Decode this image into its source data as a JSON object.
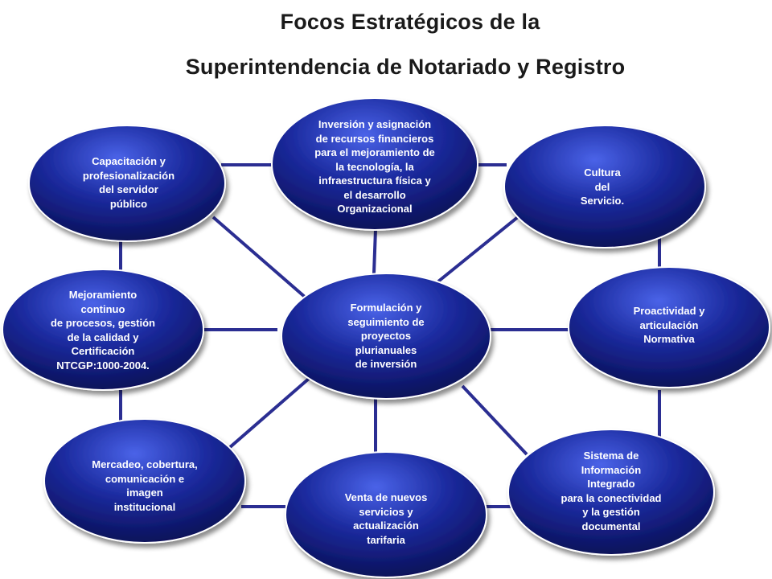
{
  "title": {
    "line1": "Focos Estratégicos de la",
    "line2": "Superintendencia de Notariado y Registro"
  },
  "nodes": {
    "center": "Formulación y\nseguimiento de\nproyectos\nplurianuales\nde inversión",
    "top_left": "Capacitación y\nprofesionalización\ndel servidor\npúblico",
    "top_center": "Inversión y asignación\nde recursos financieros\npara el mejoramiento de\nla tecnología, la\ninfraestructura física y\nel desarrollo\nOrganizacional",
    "top_right": "Cultura\ndel\nServicio.",
    "mid_left": "Mejoramiento\ncontinuo\nde procesos, gestión\nde la calidad y\nCertificación\nNTCGP:1000-2004.",
    "mid_right": "Proactividad y\narticulación\nNormativa",
    "bottom_left": "Mercadeo, cobertura,\ncomunicación e\nimagen\ninstitucional",
    "bottom_center": "Venta de nuevos\nservicios y\nactualización\ntarifaria",
    "bottom_right": "Sistema de\nInformación\nIntegrado\npara la conectividad\ny la gestión\ndocumental"
  },
  "colors": {
    "node_dark": "#0a0f5a",
    "node_light": "#3a4fd0",
    "connector": "#2a2d8f"
  }
}
